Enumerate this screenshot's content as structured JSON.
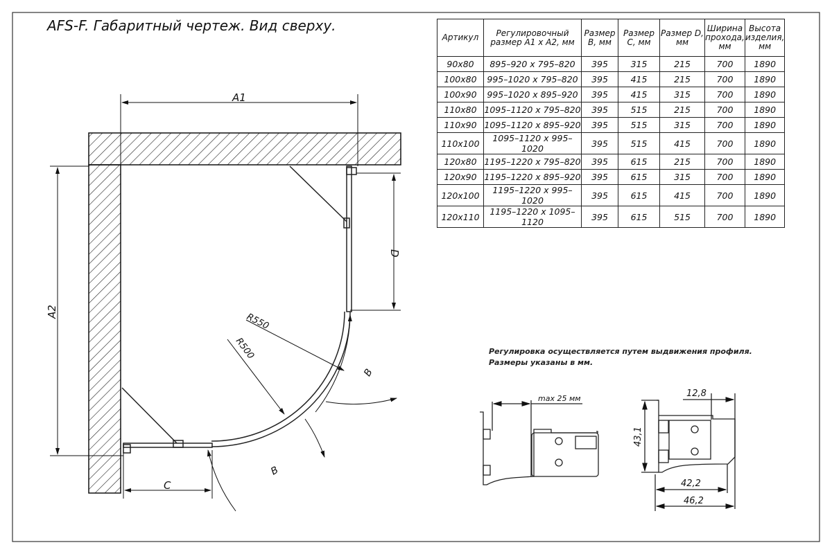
{
  "title": "AFS-F. Габаритный чертеж. Вид сверху.",
  "drawing": {
    "labels": {
      "a1": "A1",
      "a2": "A2",
      "c": "C",
      "d": "D",
      "b1": "B",
      "b2": "B",
      "r550": "R550",
      "r500": "R500"
    }
  },
  "table": {
    "headers": [
      "Артикул",
      "Регулировочный размер A1 x A2, мм",
      "Размер B, мм",
      "Размер C, мм",
      "Размер D, мм",
      "Ширина прохода, мм",
      "Высота изделия, мм"
    ],
    "rows": [
      [
        "90x80",
        "895–920 x 795–820",
        "395",
        "315",
        "215",
        "700",
        "1890"
      ],
      [
        "100x80",
        "995–1020 x 795–820",
        "395",
        "415",
        "215",
        "700",
        "1890"
      ],
      [
        "100x90",
        "995–1020 x 895–920",
        "395",
        "415",
        "315",
        "700",
        "1890"
      ],
      [
        "110x80",
        "1095–1120 x 795–820",
        "395",
        "515",
        "215",
        "700",
        "1890"
      ],
      [
        "110x90",
        "1095–1120 x 895–920",
        "395",
        "515",
        "315",
        "700",
        "1890"
      ],
      [
        "110x100",
        "1095–1120 x 995–1020",
        "395",
        "515",
        "415",
        "700",
        "1890"
      ],
      [
        "120x80",
        "1195–1220 x 795–820",
        "395",
        "615",
        "215",
        "700",
        "1890"
      ],
      [
        "120x90",
        "1195–1220 x 895–920",
        "395",
        "615",
        "315",
        "700",
        "1890"
      ],
      [
        "120x100",
        "1195–1220 x 995–1020",
        "395",
        "615",
        "415",
        "700",
        "1890"
      ],
      [
        "120x110",
        "1195–1220 x 1095–1120",
        "395",
        "615",
        "515",
        "700",
        "1890"
      ]
    ]
  },
  "notes": [
    "Регулировка осуществляется путем выдвижения профиля.",
    "Размеры указаны в мм."
  ],
  "profiles": {
    "max_label": "max 25 мм",
    "dim_12_8": "12,8",
    "dim_43_1": "43,1",
    "dim_42_2": "42,2",
    "dim_46_2": "46,2"
  }
}
